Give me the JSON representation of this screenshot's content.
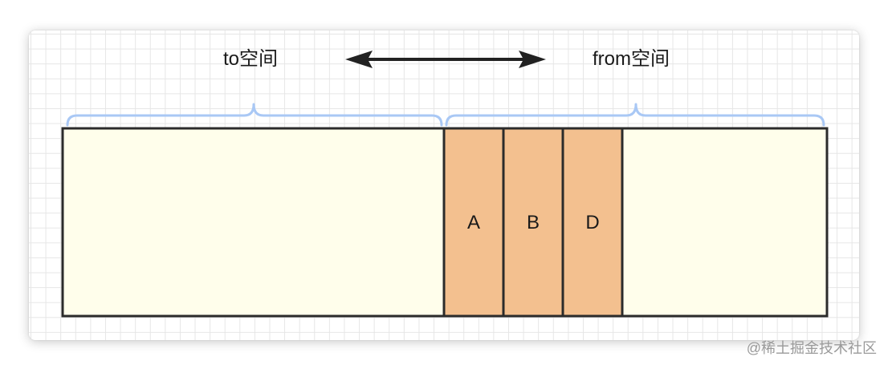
{
  "labels": {
    "to_space": "to空间",
    "from_space": "from空间"
  },
  "blocks": [
    "A",
    "B",
    "D"
  ],
  "watermark": "@稀土掘金技术社区",
  "colors": {
    "region_fill": "#fffeeb",
    "block_fill": "#f3c08f",
    "border": "#2b2b2b",
    "brace": "#a9c8f5",
    "arrow": "#222222",
    "grid": "#e6e6e6"
  }
}
